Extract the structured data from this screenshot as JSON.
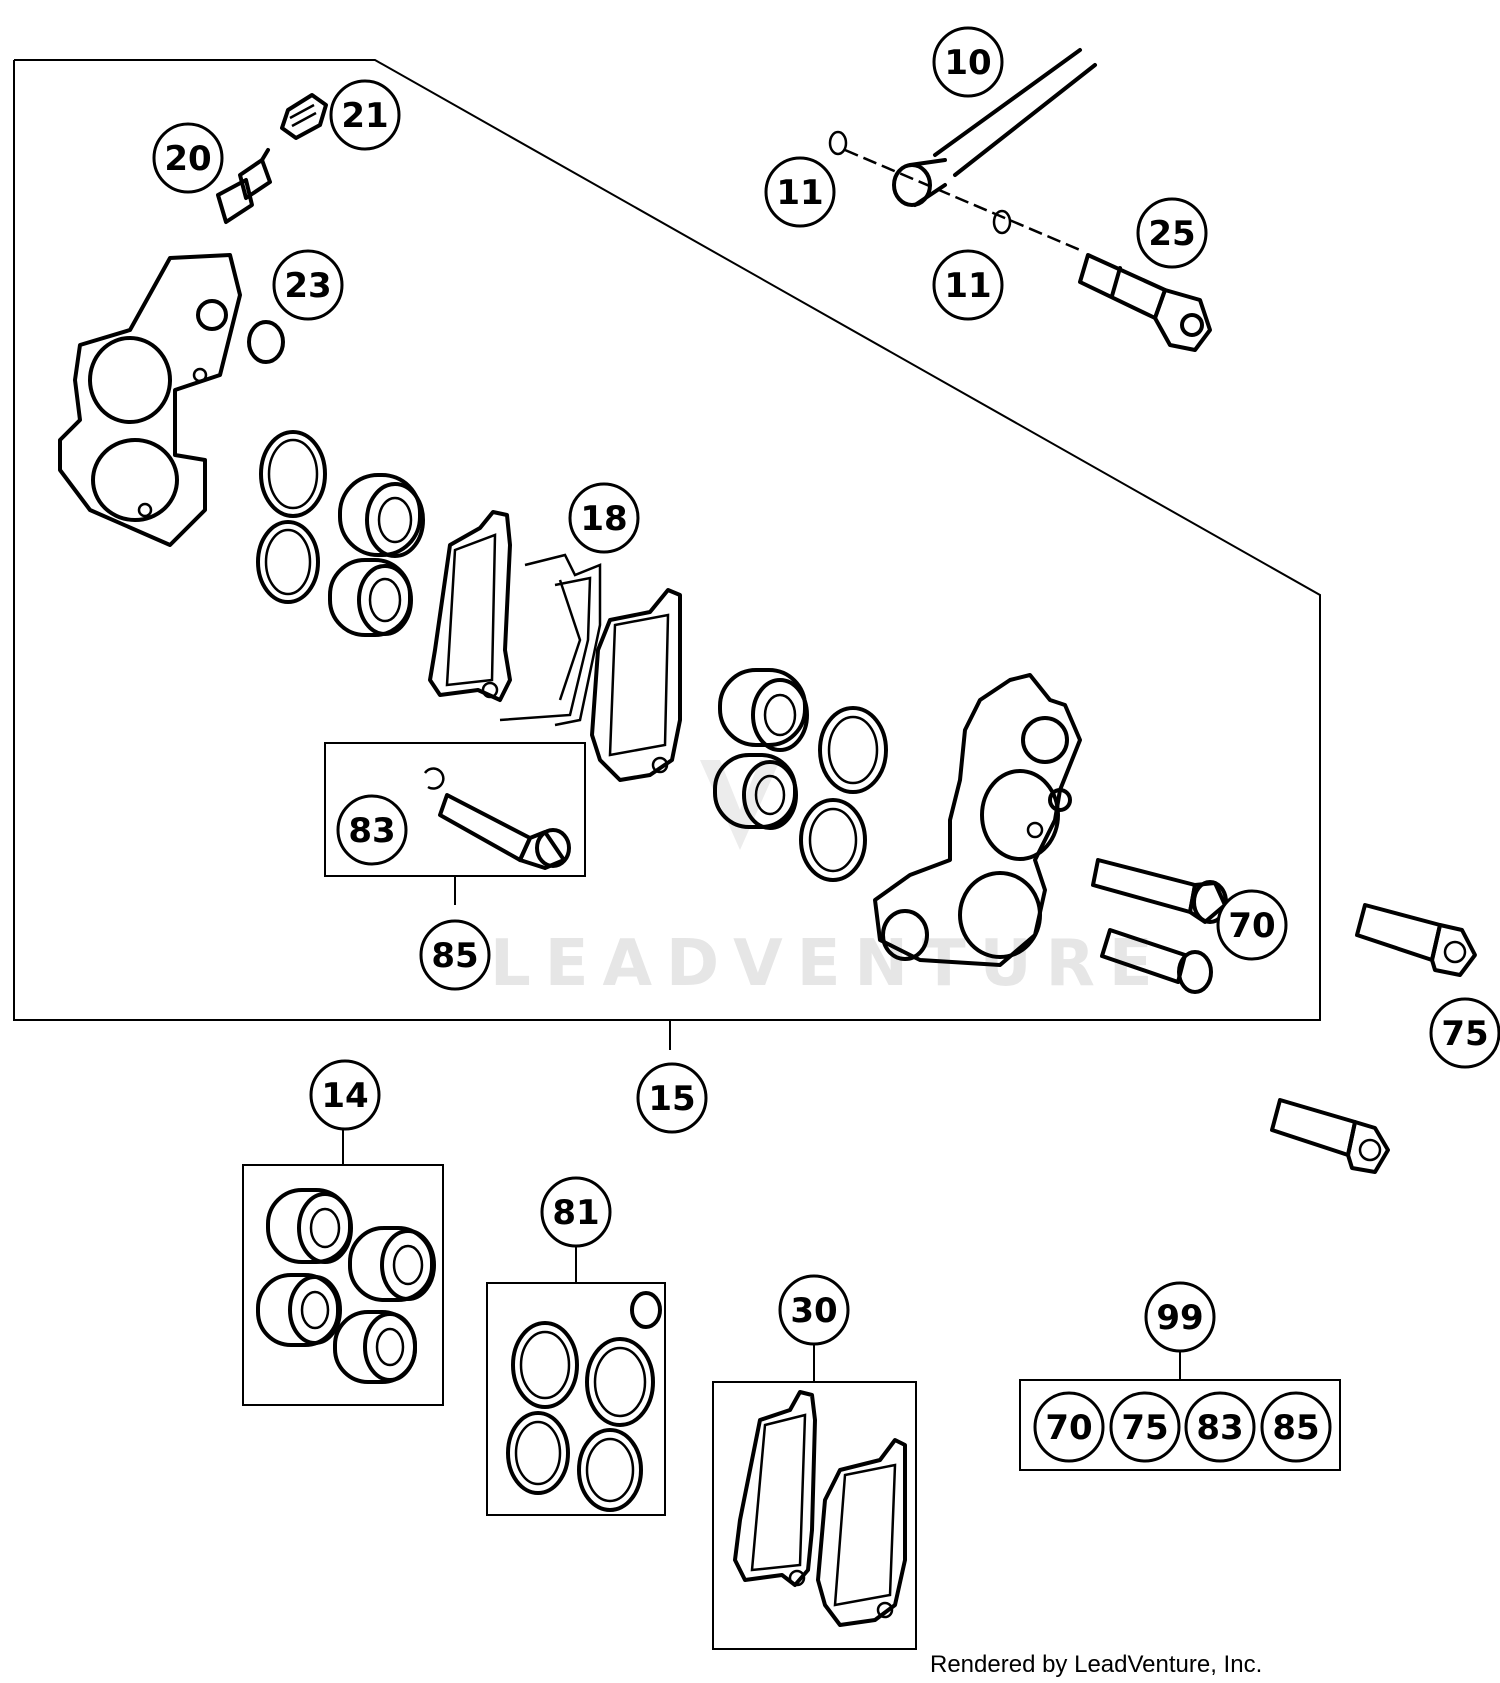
{
  "watermark": "LEADVENTURE",
  "credit": "Rendered by LeadVenture, Inc.",
  "callouts": {
    "c10": "10",
    "c11a": "11",
    "c11b": "11",
    "c25": "25",
    "c21": "21",
    "c20": "20",
    "c23": "23",
    "c18": "18",
    "c83": "83",
    "c85": "85",
    "c70": "70",
    "c75": "75",
    "c15": "15",
    "c14": "14",
    "c81": "81",
    "c30": "30",
    "c99": "99",
    "kit99": [
      "70",
      "75",
      "83",
      "85"
    ]
  },
  "icons": [
    "brake-line-icon",
    "banjo-bolt-icon",
    "caliper-half-icon",
    "piston-icon",
    "seal-ring-icon",
    "brake-pad-icon",
    "pad-spring-icon",
    "pin-bolt-icon",
    "bleeder-valve-icon",
    "dust-cap-icon"
  ]
}
